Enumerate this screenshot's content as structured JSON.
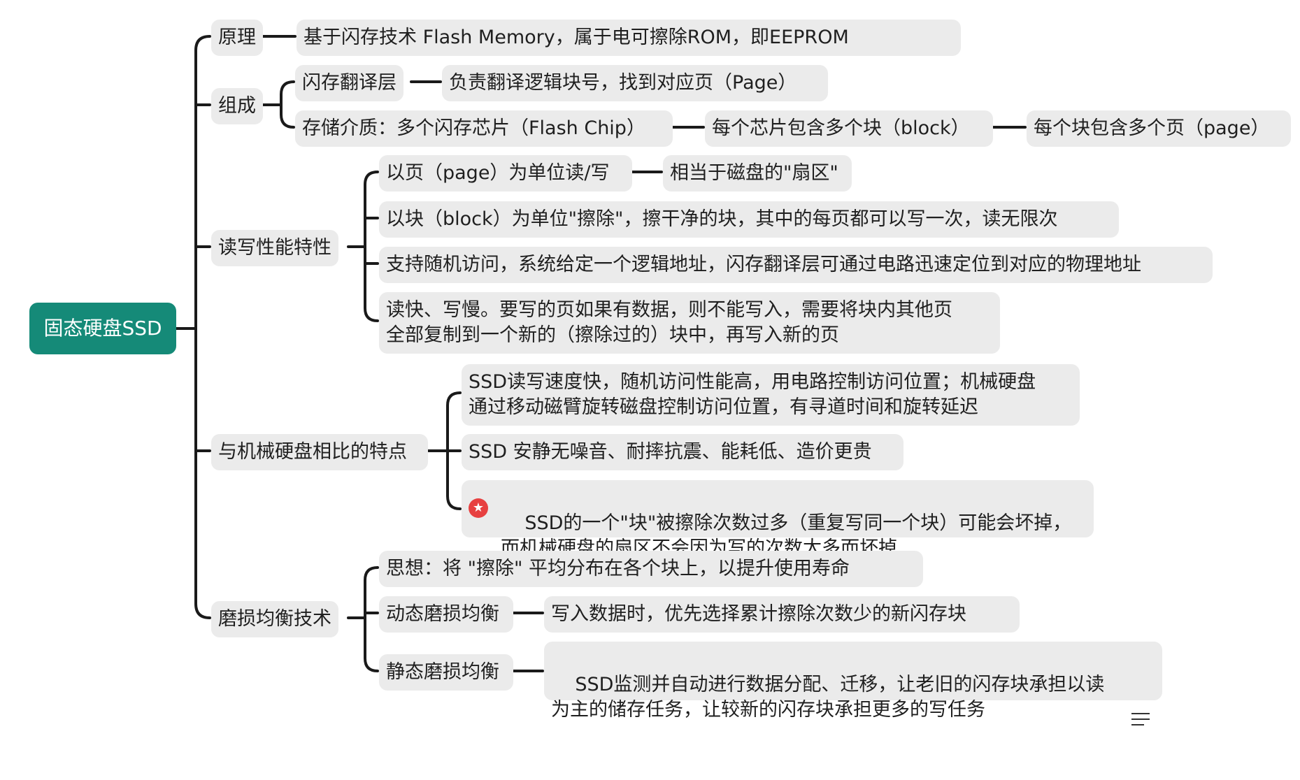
{
  "root": {
    "label": "固态硬盘SSD"
  },
  "yuanli": {
    "label": "原理",
    "desc": "基于闪存技术 Flash Memory，属于电可擦除ROM，即EEPROM"
  },
  "zucheng": {
    "label": "组成",
    "ftl": {
      "label": "闪存翻译层",
      "desc": "负责翻译逻辑块号，找到对应页（Page）"
    },
    "media": {
      "label": "存储介质：多个闪存芯片（Flash Chip）",
      "chip": "每个芯片包含多个块（block）",
      "block": "每个块包含多个页（page）"
    }
  },
  "rw": {
    "label": "读写性能特性",
    "page_rw": {
      "label": "以页（page）为单位读/写",
      "desc": "相当于磁盘的\"扇区\""
    },
    "block_erase": "以块（block）为单位\"擦除\"，擦干净的块，其中的每页都可以写一次，读无限次",
    "random": "支持随机访问，系统给定一个逻辑地址，闪存翻译层可通过电路迅速定位到对应的物理地址",
    "slow_write": "读快、写慢。要写的页如果有数据，则不能写入，需要将块内其他页\n全部复制到一个新的（擦除过的）块中，再写入新的页"
  },
  "compare": {
    "label": "与机械硬盘相比的特点",
    "speed": "SSD读写速度快，随机访问性能高，用电路控制访问位置；机械硬盘\n通过移动磁臂旋转磁盘控制访问位置，有寻道时间和旋转延迟",
    "quiet": "SSD 安静无噪音、耐摔抗震、能耗低、造价更贵",
    "wear": "SSD的一个\"块\"被擦除次数过多（重复写同一个块）可能会坏掉，\n而机械硬盘的扇区不会因为写的次数太多而坏掉",
    "wear_marker_icon": "star-icon",
    "wear_marker_color": "#e74040"
  },
  "wl": {
    "label": "磨损均衡技术",
    "idea": "思想：将 \"擦除\" 平均分布在各个块上，以提升使用寿命",
    "dynamic": {
      "label": "动态磨损均衡",
      "desc": "写入数据时，优先选择累计擦除次数少的新闪存块"
    },
    "static": {
      "label": "静态磨损均衡",
      "desc": "SSD监测并自动进行数据分配、迁移，让老旧的闪存块承担以读\n为主的储存任务，让较新的闪存块承担更多的写任务",
      "note_icon": "notes-icon"
    }
  },
  "colors": {
    "root_bg": "#158a78",
    "node_bg": "#ebebeb",
    "line": "#1a1a1a"
  }
}
